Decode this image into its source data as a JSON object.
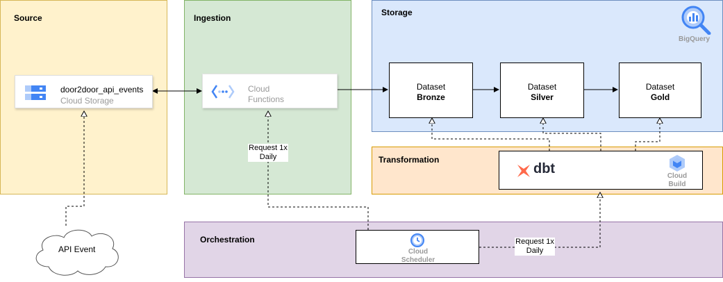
{
  "lanes": {
    "source": {
      "title": "Source",
      "fill": "#fff2cc",
      "stroke": "#d6b656"
    },
    "ingestion": {
      "title": "Ingestion",
      "fill": "#d5e8d4",
      "stroke": "#82b366"
    },
    "storage": {
      "title": "Storage",
      "fill": "#dae8fc",
      "stroke": "#6c8ebf"
    },
    "transformation": {
      "title": "Transformation",
      "fill": "#ffe6cc",
      "stroke": "#d79b00"
    },
    "orchestration": {
      "title": "Orchestration",
      "fill": "#e1d5e7",
      "stroke": "#9673a6"
    }
  },
  "nodes": {
    "gcs": {
      "name": "door2door_api_events",
      "service": "Cloud Storage",
      "icon": "cloud-storage-icon"
    },
    "functions": {
      "line1": "Cloud",
      "line2": "Functions",
      "icon": "cloud-functions-icon"
    },
    "bronze": {
      "line1": "Dataset",
      "line2": "Bronze"
    },
    "silver": {
      "line1": "Dataset",
      "line2": "Silver"
    },
    "gold": {
      "line1": "Dataset",
      "line2": "Gold"
    },
    "bigquery": {
      "label": "BigQuery",
      "icon": "bigquery-icon"
    },
    "dbt": {
      "label": "dbt",
      "icon": "dbt-icon"
    },
    "cloud_build": {
      "line1": "Cloud",
      "line2": "Build",
      "icon": "cloud-build-icon"
    },
    "scheduler": {
      "line1": "Cloud",
      "line2": "Scheduler",
      "icon": "cloud-scheduler-icon"
    },
    "api_event": {
      "label": "API Event"
    }
  },
  "edge_labels": {
    "ingest_request": {
      "line1": "Request 1x",
      "line2": "Daily"
    },
    "transform_request": {
      "line1": "Request 1x",
      "line2": "Daily"
    }
  },
  "colors": {
    "gcp_blue": "#4285f4",
    "gcp_light_blue": "#aecbfa",
    "dbt_orange": "#ff694b",
    "grey_text": "#999999"
  }
}
